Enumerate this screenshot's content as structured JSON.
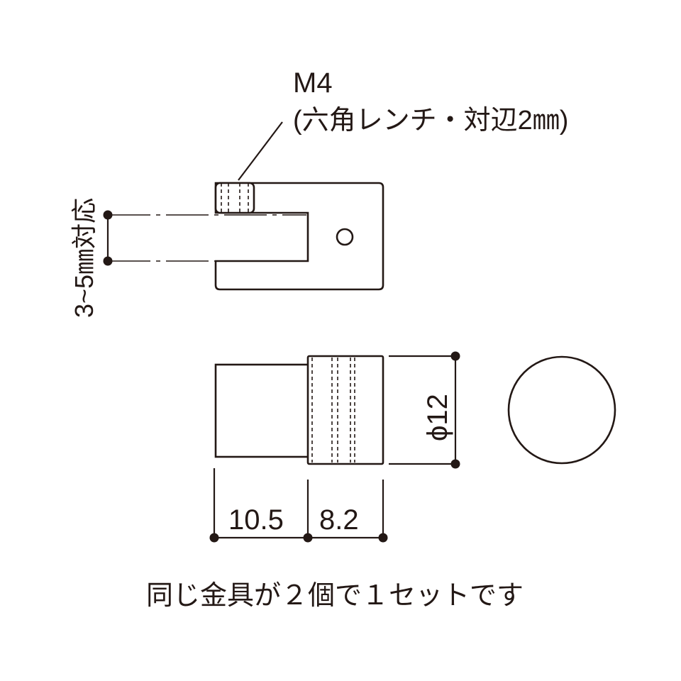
{
  "callout": {
    "thread": "M4",
    "tool": "(六角レンチ・対辺2㎜)"
  },
  "thickness_label": "3~5㎜対応",
  "dimensions": {
    "length_a": "10.5",
    "length_b": "8.2",
    "diameter": "ϕ12"
  },
  "note": "同じ金具が２個で１セットです"
}
